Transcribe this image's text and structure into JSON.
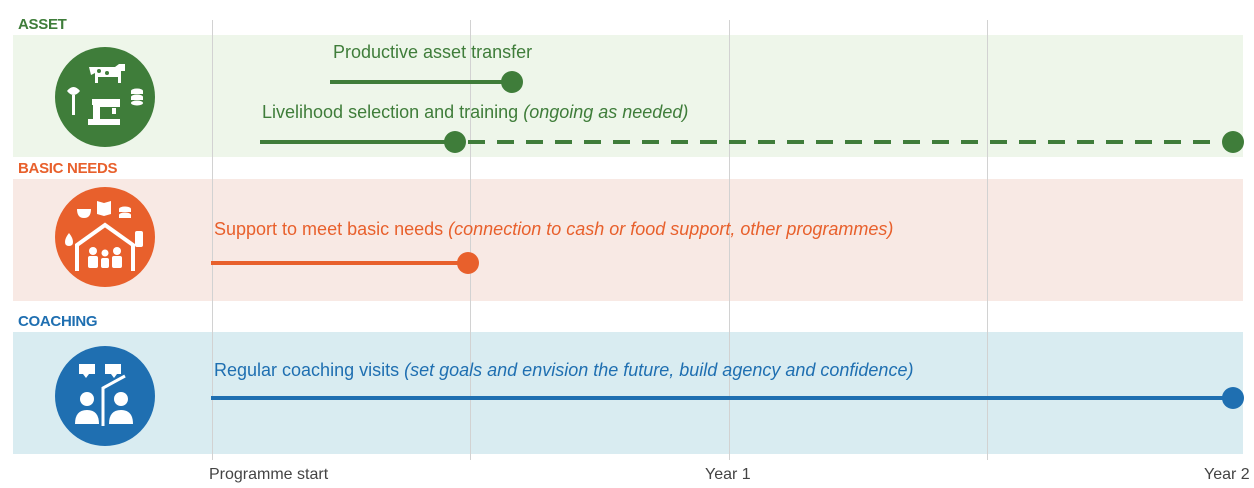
{
  "colors": {
    "asset": "#3f7d3a",
    "asset_band": "#eef6ea",
    "basic": "#e8602c",
    "basic_band": "#f8e9e4",
    "coaching": "#1f6fb1",
    "coaching_band": "#d9ecf1",
    "grid": "#d2d2d2"
  },
  "axis": {
    "start": "Programme start",
    "year1": "Year 1",
    "year2": "Year 2"
  },
  "sections": {
    "asset": {
      "label": "ASSET",
      "icon": "livestock-sewing-machine-icon",
      "bars": [
        {
          "text": "Productive asset transfer",
          "note": ""
        },
        {
          "text": "Livelihood selection and training",
          "note": "(ongoing as needed)"
        }
      ]
    },
    "basic": {
      "label": "BASIC NEEDS",
      "icon": "house-family-needs-icon",
      "bars": [
        {
          "text": "Support to meet basic needs",
          "note": "(connection to cash or food support, other programmes)"
        }
      ]
    },
    "coaching": {
      "label": "COACHING",
      "icon": "coaching-conversation-icon",
      "bars": [
        {
          "text": "Regular coaching visits",
          "note": "(set goals and envision the future, build agency and confidence)"
        }
      ]
    }
  }
}
